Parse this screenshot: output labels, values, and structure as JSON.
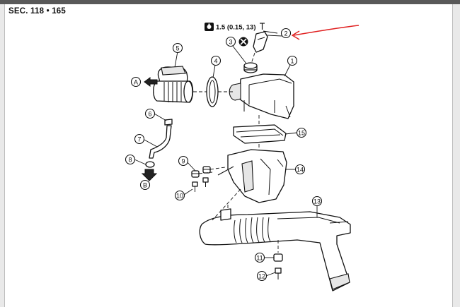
{
  "section": {
    "label": "SEC. 118 • 165"
  },
  "torque": {
    "value": "1.5 (0.15, 13)",
    "icon": "torque-wrench-icon"
  },
  "symbols": {
    "do_not_reuse": "x-circle-icon"
  },
  "callouts": [
    "1",
    "2",
    "3",
    "4",
    "5",
    "6",
    "7",
    "8",
    "9",
    "10",
    "11",
    "12",
    "13",
    "14",
    "15"
  ],
  "directions": [
    "A",
    "B"
  ],
  "annotation": {
    "arrow_color": "#e02020"
  }
}
